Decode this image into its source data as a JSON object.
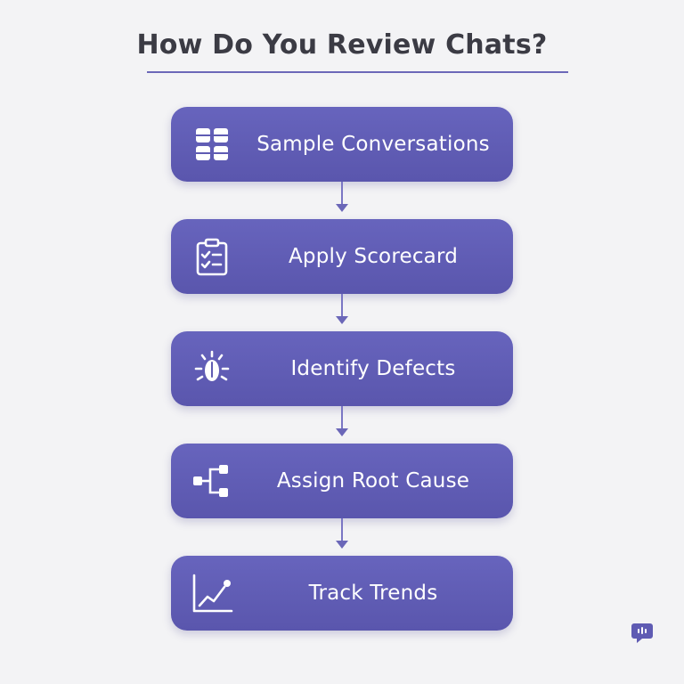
{
  "title": "How Do You Review Chats?",
  "colors": {
    "background": "#f3f3f5",
    "step_fill": "#5f5bb3",
    "accent": "#6b67b8",
    "text_on_step": "#ffffff",
    "title_text": "#3b3b44"
  },
  "steps": [
    {
      "label": "Sample Conversations",
      "icon": "grid-icon"
    },
    {
      "label": "Apply Scorecard",
      "icon": "clipboard-checklist-icon"
    },
    {
      "label": "Identify Defects",
      "icon": "bug-icon"
    },
    {
      "label": "Assign Root Cause",
      "icon": "hierarchy-tree-icon"
    },
    {
      "label": "Track Trends",
      "icon": "line-chart-icon"
    }
  ],
  "brand_icon": "chat-bubble-icon"
}
